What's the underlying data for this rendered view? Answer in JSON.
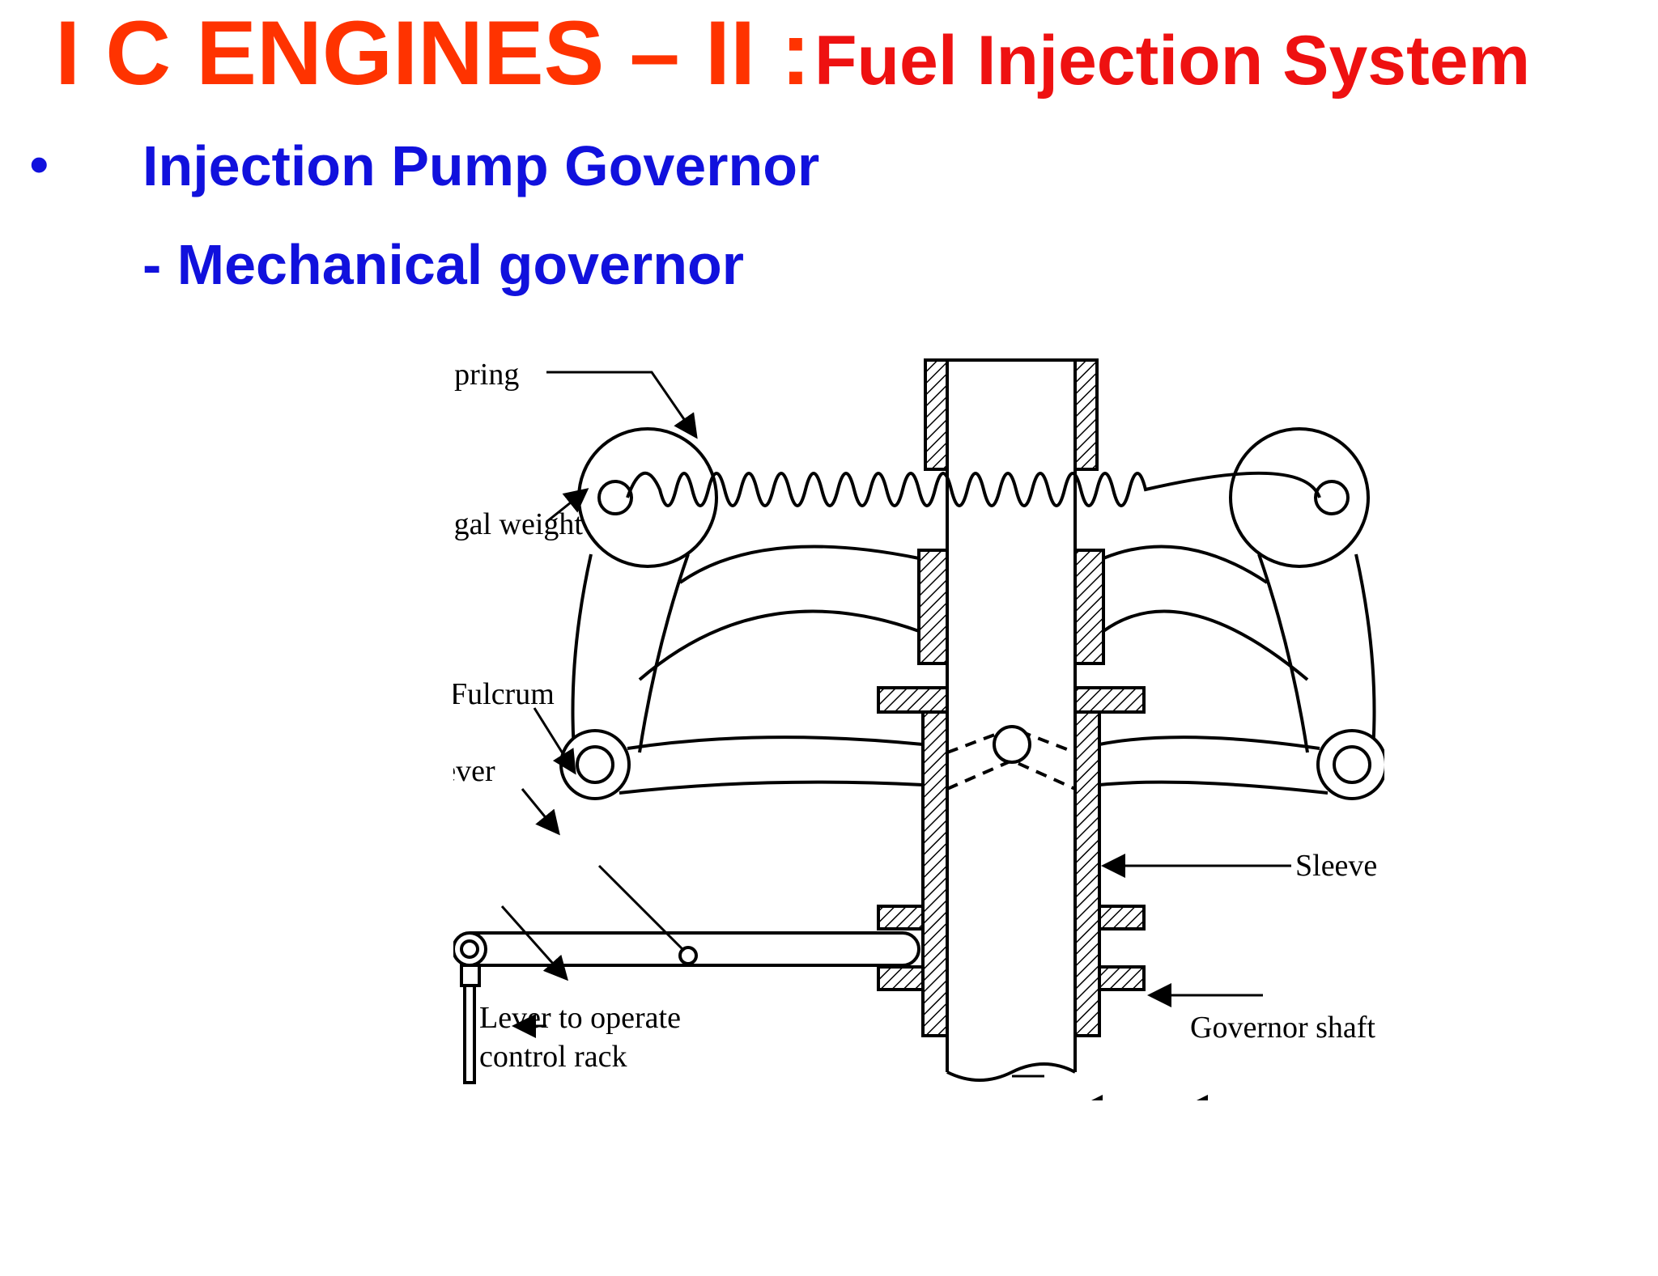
{
  "title": {
    "main": "I C ENGINES – II :",
    "sub": "Fuel Injection System",
    "color_main": "#ff3300",
    "color_sub": "#ee1111"
  },
  "bullet": {
    "marker": "•",
    "text": "Injection Pump Governor",
    "sub_text": "- Mechanical governor",
    "color": "#1111dd"
  },
  "diagram": {
    "labels": {
      "spring": "Spring",
      "centrifugal_weight": "Centrifugal weight",
      "fulcrum": "Fulcrum",
      "lever": "Lever",
      "lever_to_operate_line1": "Lever to operate",
      "lever_to_operate_line2": "control rack",
      "sleeve": "Sleeve",
      "governor_shaft": "Governor shaft"
    }
  }
}
